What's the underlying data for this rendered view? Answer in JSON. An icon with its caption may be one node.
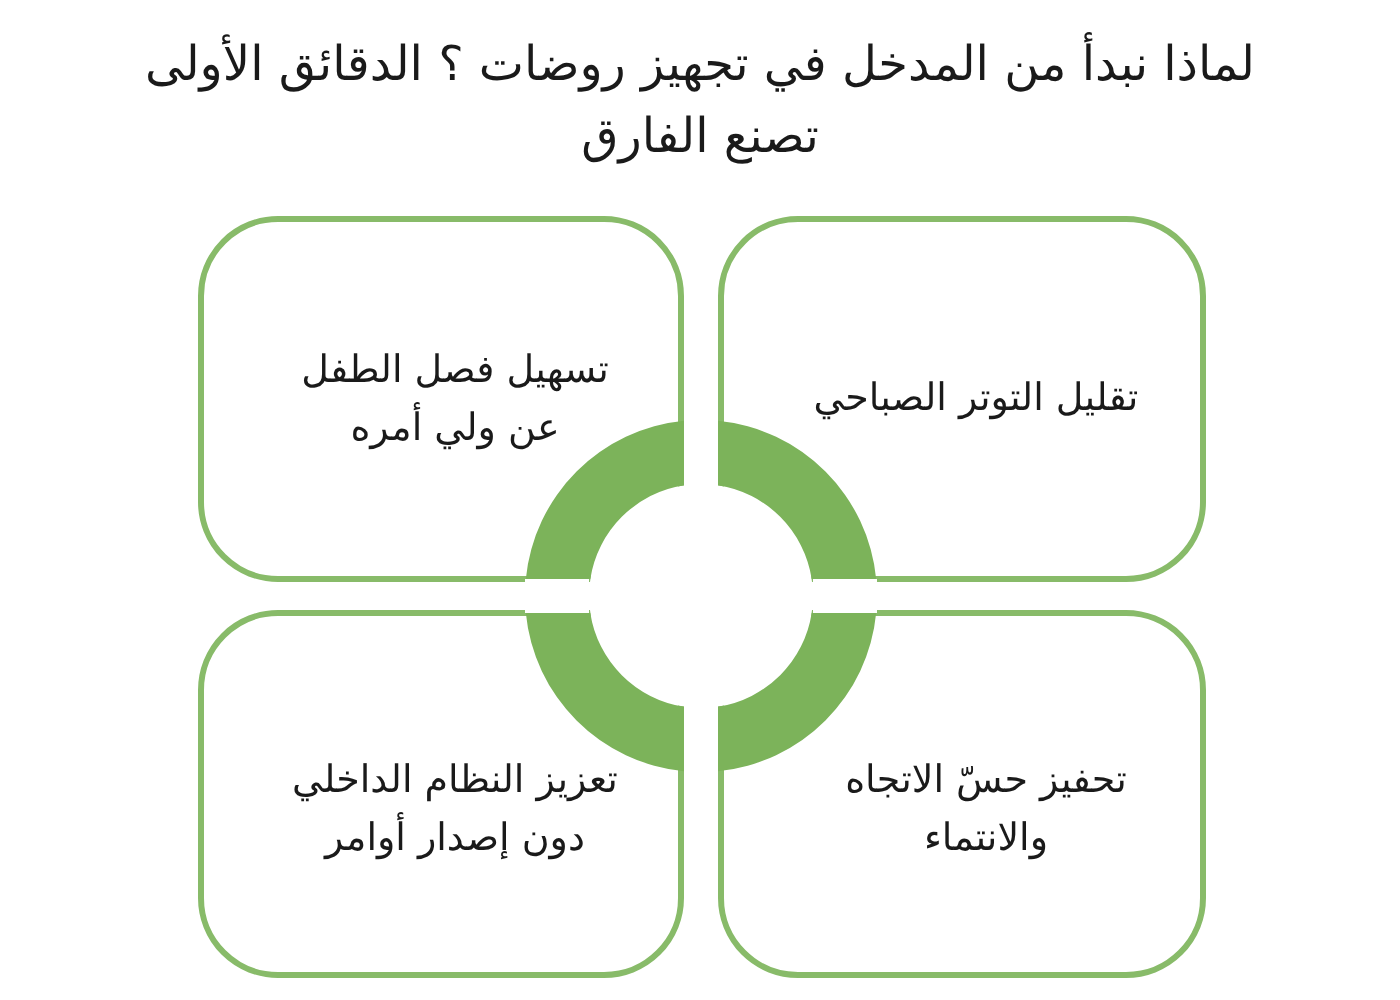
{
  "diagram": {
    "title": "لماذا نبدأ من المدخل في تجهيز روضات ؟ الدقائق الأولى تصنع الفارق",
    "nodes": [
      {
        "text": [
          "تقليل التوتر الصباحي"
        ]
      },
      {
        "text": [
          "تسهيل فصل الطفل عن ولي أمره"
        ]
      },
      {
        "text": [
          "تحفيز حسّ الاتجاه والانتماء"
        ]
      },
      {
        "text": [
          "تعزيز النظام الداخلي دون إصدار أوامر"
        ]
      }
    ]
  }
}
